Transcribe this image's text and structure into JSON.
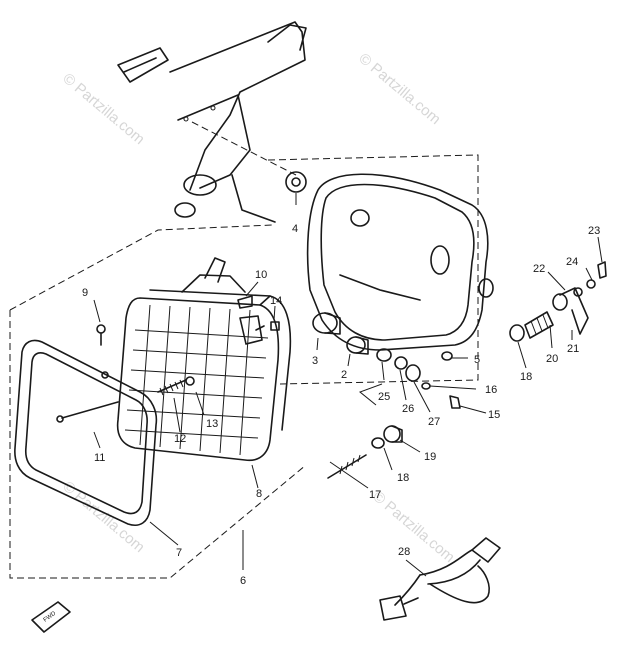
{
  "watermark_text": "© Partzilla.com",
  "labels": {
    "l2": "2",
    "l3": "3",
    "l4": "4",
    "l5": "5",
    "l6": "6",
    "l7": "7",
    "l8": "8",
    "l9": "9",
    "l10": "10",
    "l11": "11",
    "l12": "12",
    "l13": "13",
    "l14": "14",
    "l15": "15",
    "l16": "16",
    "l17": "17",
    "l18a": "18",
    "l18b": "18",
    "l19": "19",
    "l20": "20",
    "l21": "21",
    "l22": "22",
    "l23": "23",
    "l24": "24",
    "l25": "25",
    "l26": "26",
    "l27": "27",
    "l28": "28"
  },
  "badge_text": "FWD"
}
